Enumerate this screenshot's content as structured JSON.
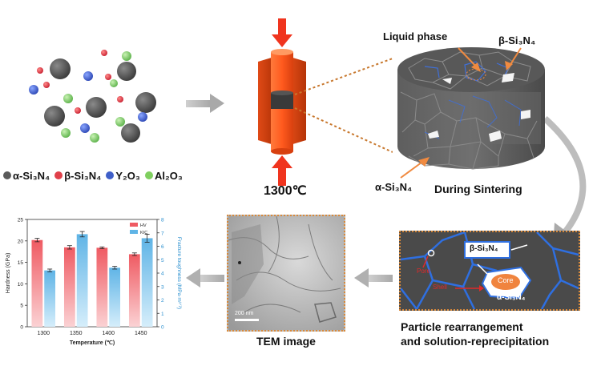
{
  "legend": [
    {
      "label": "α-Si₃N₄",
      "color": "#5a5a5a"
    },
    {
      "label": "β-Si₃N₄",
      "color": "#e0404a"
    },
    {
      "label": "Y₂O₃",
      "color": "#3f5fc8"
    },
    {
      "label": "Al₂O₃",
      "color": "#7fcf5f"
    }
  ],
  "temperature_label": "1300℃",
  "sinter": {
    "liquid_phase": "Liquid phase",
    "beta": "β-Si₃N₄",
    "alpha": "α-Si₃N₄",
    "caption": "During Sintering"
  },
  "particle": {
    "beta_box": "β-Si₃N₄",
    "core": "Core",
    "alpha_box": "α-Si₃N₄",
    "pore": "Pore",
    "shell": "Shell",
    "caption_line1": "Particle rearrangement",
    "caption_line2": "and solution-reprecipitation"
  },
  "tem": {
    "caption": "TEM image",
    "scale_bar": "200 nm"
  },
  "colors": {
    "hv": "#ef5a62",
    "kic": "#5fb4e6",
    "arrow_gray": "#b8b8b8",
    "accent_orange": "#f25a1e",
    "dotted_border": "#d8893a"
  },
  "chart_data": {
    "type": "bar",
    "categories": [
      "1300",
      "1350",
      "1400",
      "1450"
    ],
    "series": [
      {
        "name": "HV",
        "values": [
          20.2,
          18.5,
          18.4,
          16.9
        ],
        "errors": [
          0.4,
          0.4,
          0.2,
          0.3
        ],
        "axis": "left"
      },
      {
        "name": "KIC",
        "values": [
          4.2,
          6.9,
          4.4,
          6.6
        ],
        "errors": [
          0.1,
          0.2,
          0.1,
          0.3
        ],
        "axis": "right"
      }
    ],
    "xlabel": "Temperature (℃)",
    "ylabel": "Hardness (GPa)",
    "y2label": "Fracture toughness (MPa·m¹ᐟ²)",
    "ylim": [
      0,
      25
    ],
    "y2lim": [
      0,
      8
    ],
    "yticks": [
      0,
      5,
      10,
      15,
      20,
      25
    ],
    "y2ticks": [
      0,
      1,
      2,
      3,
      4,
      5,
      6,
      7,
      8
    ],
    "legend_position": "top-right"
  }
}
